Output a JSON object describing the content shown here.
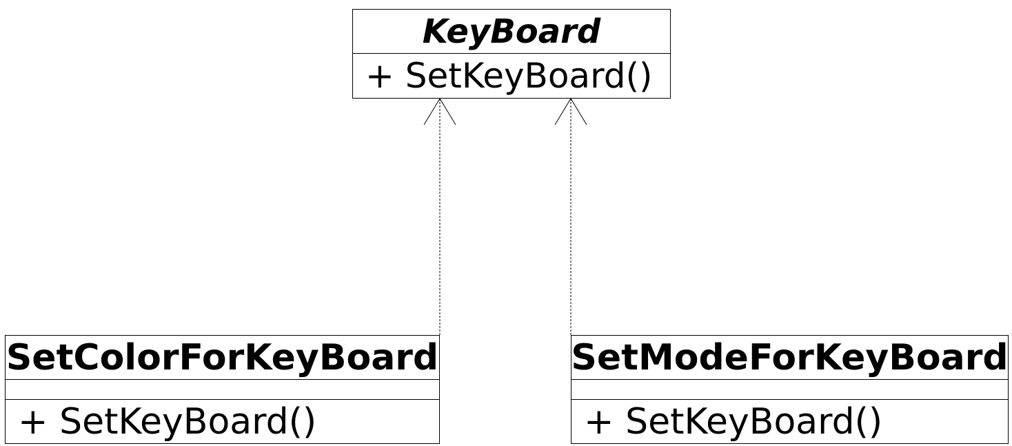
{
  "diagram": {
    "classes": {
      "keyboard": {
        "name": "KeyBoard",
        "methods": [
          "+ SetKeyBoard()"
        ]
      },
      "set_color": {
        "name": "SetColorForKeyBoard",
        "methods": [
          "+ SetKeyBoard()"
        ]
      },
      "set_mode": {
        "name": "SetModeForKeyBoard",
        "methods": [
          "+ SetKeyBoard()"
        ]
      }
    }
  }
}
